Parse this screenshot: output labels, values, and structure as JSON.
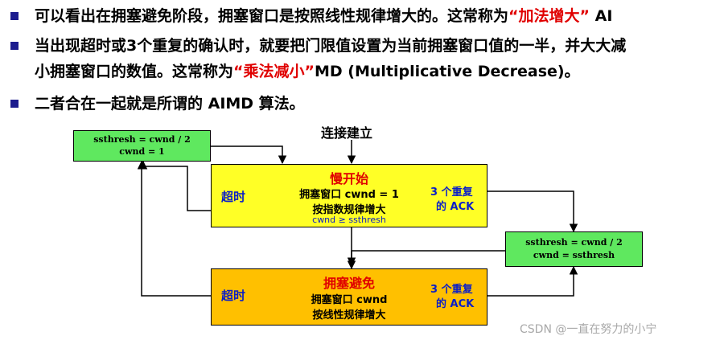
{
  "bullets": [
    {
      "pre": "可以看出在拥塞避免阶段，拥塞窗口是按照线性规律增大的。这常称为",
      "highlight": "“加法增大”",
      "post": " AI"
    },
    {
      "line1": "当出现超时或3个重复的确认时，就要把门限值设置为当前拥塞窗口值的一半，并大大减",
      "pre": "小拥塞窗口的数值。这常称为",
      "highlight": "“乘法减小”",
      "post": "MD (Multiplicative Decrease)。"
    },
    {
      "text": "二者合在一起就是所谓的 AIMD 算法。"
    }
  ],
  "diagram": {
    "start_label": "连接建立",
    "timeout_box": {
      "line1": "ssthresh = cwnd / 2",
      "line2": "cwnd = 1"
    },
    "dupack_box": {
      "line1": "ssthresh = cwnd / 2",
      "line2": "cwnd = ssthresh"
    },
    "slow_start": {
      "title": "慢开始",
      "line1": "拥塞窗口 cwnd = 1",
      "line2": "按指数规律增大",
      "condition": "cwnd ≥ ssthresh",
      "left_label": "超时",
      "right_label1": "3 个重复",
      "right_label2": "的 ACK"
    },
    "congestion_avoidance": {
      "title": "拥塞避免",
      "line1": "拥塞窗口 cwnd",
      "line2": "按线性规律增大",
      "left_label": "超时",
      "right_label1": "3 个重复",
      "right_label2": "的 ACK"
    }
  },
  "watermark": "CSDN @一直在努力的小宁",
  "colors": {
    "red": "#e00000",
    "blue": "#0a1ec8",
    "green_box": "#5fe85f",
    "yellow_box": "#ffff26",
    "orange_box": "#ffc000",
    "bullet": "#1c1c8e"
  }
}
